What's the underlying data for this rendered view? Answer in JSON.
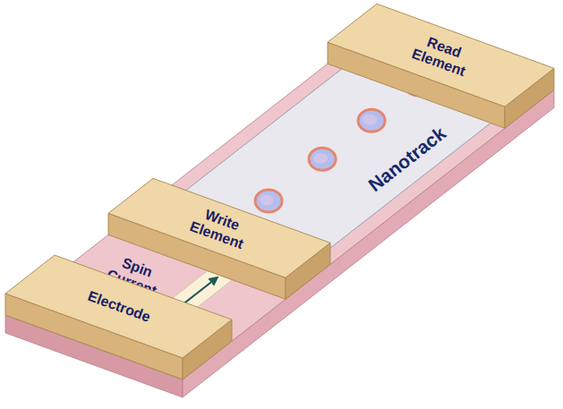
{
  "diagram": {
    "nodes": [
      {
        "text": [
          "Read Element"
        ]
      },
      {
        "text": [
          "Nanotrack"
        ]
      },
      {
        "text": [
          "Write Element"
        ]
      },
      {
        "text": [
          "Electrode"
        ]
      }
    ],
    "labels": [
      "Spin Current"
    ]
  }
}
